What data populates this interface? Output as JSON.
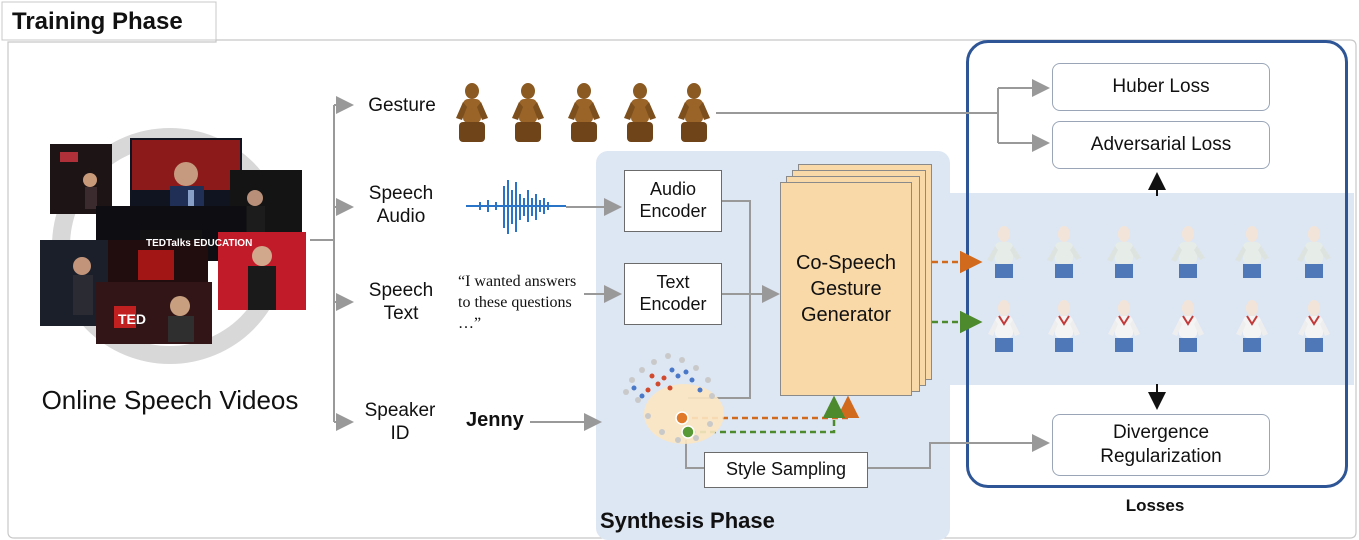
{
  "training": {
    "title": "Training Phase",
    "video_label": "Online Speech Videos",
    "tedx_text": "TEDTalks EDUCATION",
    "ted_text": "TED",
    "inputs": {
      "gesture": "Gesture",
      "speech_audio": "Speech Audio",
      "speech_text": "Speech Text",
      "speaker_id": "Speaker ID"
    },
    "quote": "“I wanted answers to these questions …”",
    "speaker_name": "Jenny"
  },
  "synthesis": {
    "title": "Synthesis Phase",
    "audio_encoder": "Audio Encoder",
    "text_encoder": "Text Encoder",
    "generator": "Co-Speech Gesture Generator",
    "style_sampling": "Style Sampling"
  },
  "losses": {
    "title": "Losses",
    "huber": "Huber Loss",
    "adversarial": "Adversarial Loss",
    "divergence": "Divergence Regularization"
  },
  "colors": {
    "panel_blue": "#dde6f3",
    "loss_border": "#2e5596",
    "generator_fill": "#fad9a8",
    "orange_path": "#d26a1e",
    "green_path": "#4d8a2e",
    "waveform": "#2a74c8"
  }
}
